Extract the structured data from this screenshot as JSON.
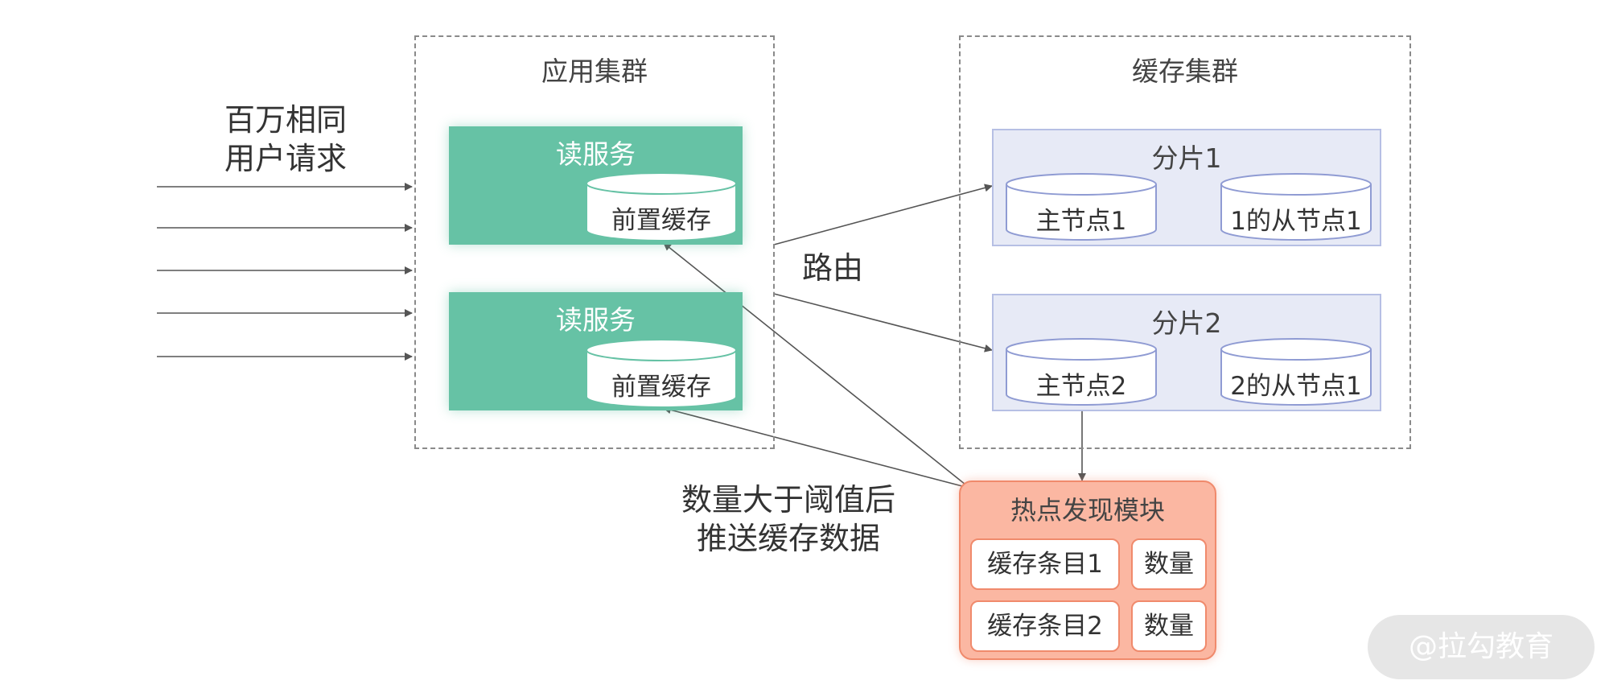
{
  "user_requests": {
    "line1": "百万相同",
    "line2": "用户请求"
  },
  "app_cluster": {
    "title": "应用集群",
    "services": [
      {
        "title": "读服务",
        "cache_label": "前置缓存"
      },
      {
        "title": "读服务",
        "cache_label": "前置缓存"
      }
    ]
  },
  "cache_cluster": {
    "title": "缓存集群",
    "shards": [
      {
        "title": "分片1",
        "master": "主节点1",
        "replica": "1的从节点1"
      },
      {
        "title": "分片2",
        "master": "主节点2",
        "replica": "2的从节点1"
      }
    ]
  },
  "routing_label": "路由",
  "push_label": {
    "line1": "数量大于阈值后",
    "line2": "推送缓存数据"
  },
  "hotspot_module": {
    "title": "热点发现模块",
    "rows": [
      {
        "entry": "缓存条目1",
        "count": "数量"
      },
      {
        "entry": "缓存条目2",
        "count": "数量"
      }
    ]
  },
  "watermark": "@拉勾教育",
  "colors": {
    "service_green": "#66c2a5",
    "shard_fill": "#e7eaf6",
    "shard_border": "#b6bfe4",
    "hotspot_fill": "#fbb7a2",
    "hotspot_border": "#f08a6c"
  }
}
